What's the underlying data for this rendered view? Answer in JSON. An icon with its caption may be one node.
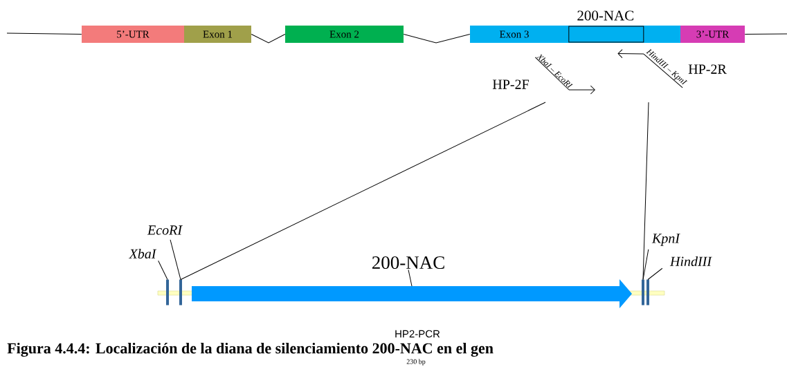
{
  "diagram": {
    "caption": "Figura 4.4.4: Localización de la diana de silenciamiento 200-NAC en el gen",
    "nodes": [
      {
        "text": [
          "5’-UTR"
        ]
      },
      {
        "text": [
          "Exon 1"
        ]
      },
      {
        "text": [
          "Exon 2"
        ]
      },
      {
        "text": [
          "Exon 3"
        ]
      },
      {
        "text": [
          "200-NAC"
        ],
        "in": 3
      },
      {
        "text": [
          "3’-UTR"
        ]
      },
      {
        "text": [
          "XbaI – EcoRI"
        ],
        "beside": [
          "HP-2F"
        ]
      },
      {
        "text": [
          "HindIII – KpnI"
        ],
        "beside": [
          "HP-2R"
        ]
      },
      {
        "text": [
          "EcoRI"
        ]
      },
      {
        "text": [
          "KpnI"
        ]
      },
      {
        "text": [
          "XbaI"
        ]
      },
      {
        "text": [
          "200-NAC"
        ]
      },
      {
        "text": [
          "HindIII"
        ]
      },
      {
        "text": [],
        "shape": "bar"
      },
      {
        "text": [],
        "shape": "arrow"
      },
      {
        "text": [],
        "shape": "bar"
      },
      {
        "text": [],
        "shape": "bar"
      },
      {
        "text": [],
        "shape": "bar"
      },
      {
        "text": [],
        "shape": "bar"
      }
    ],
    "edges": [
      {
        "from": null,
        "to": 0,
        "arrow": "none"
      },
      {
        "from": 1,
        "to": 2,
        "arrow": "none"
      },
      {
        "from": 2,
        "to": 3,
        "arrow": "none"
      },
      {
        "from": 5,
        "to": null,
        "arrow": "none"
      },
      {
        "from": 6,
        "to": 16,
        "arrow": "none"
      },
      {
        "from": 7,
        "to": 17,
        "arrow": "none"
      },
      {
        "from": 10,
        "to": 15,
        "arrow": "none"
      },
      {
        "from": 8,
        "to": 16,
        "arrow": "none"
      },
      {
        "from": 9,
        "to": 17,
        "arrow": "none"
      },
      {
        "from": 12,
        "to": 18,
        "arrow": "none"
      },
      {
        "from": 11,
        "to": 14,
        "arrow": "none"
      },
      {
        "from": 6,
        "to": null,
        "arrow": "to"
      },
      {
        "from": 7,
        "to": 4,
        "arrow": "to"
      }
    ],
    "labels": [
      "HP2-PCR",
      "230 bp"
    ]
  }
}
